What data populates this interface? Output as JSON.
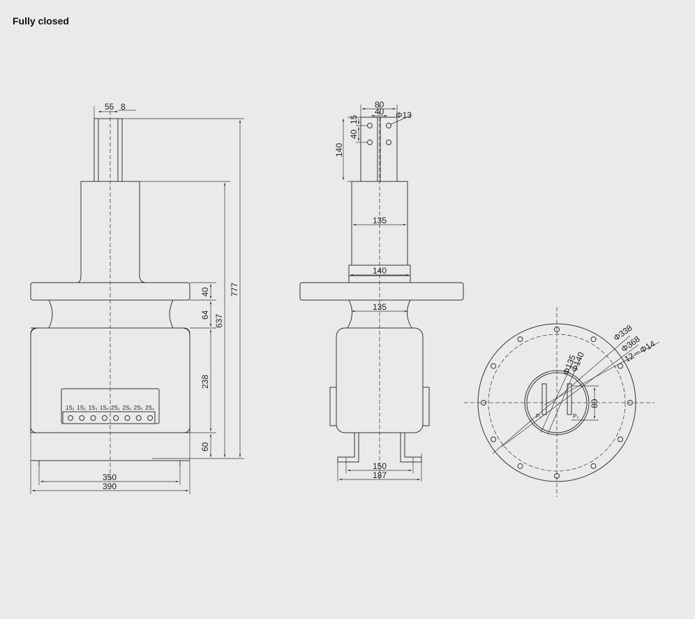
{
  "title": "Fully closed",
  "front_view": {
    "dims": {
      "top_width": "55",
      "top_gap": "8",
      "overall_height": "777",
      "body_height": "637",
      "flange_thk": "40",
      "neck": "64",
      "box_height": "238",
      "base": "60",
      "base_width_inner": "350",
      "base_width_outer": "390"
    },
    "terminals": [
      "1S₁",
      "1S₂",
      "1S₃",
      "1S₄",
      "2S₁",
      "2S₂",
      "2S₃",
      "2S₄"
    ]
  },
  "side_view": {
    "dims": {
      "top_width": "80",
      "hole_spacing": "40",
      "hole_dia": "Φ13",
      "hole_v1": "15",
      "hole_v2": "40",
      "terminal_height": "140",
      "upper_width": "135",
      "lower_width": "140",
      "neck_width": "135",
      "foot_width": "150",
      "foot_outer": "187"
    }
  },
  "plan_view": {
    "dims": {
      "d1": "Φ338",
      "d2": "Φ368",
      "holes": "12－Φ14",
      "inner1": "Φ135",
      "inner2": "Φ140",
      "slot": "80"
    },
    "labels": {
      "p1": "P₁",
      "p2": "P₂"
    }
  },
  "colors": {
    "background": "#eaeaea",
    "line": "#333333"
  }
}
